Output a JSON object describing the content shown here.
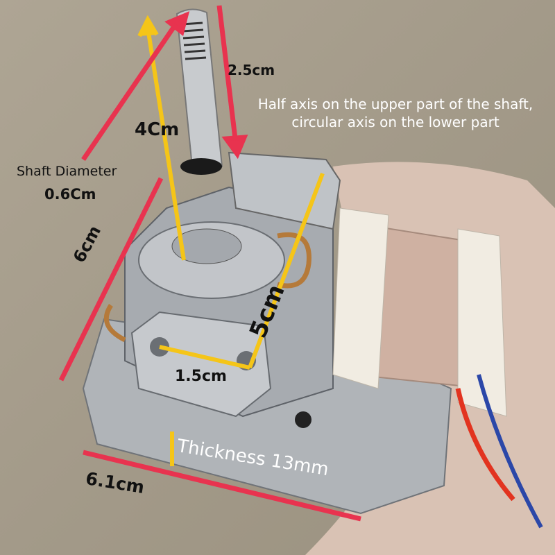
{
  "image": {
    "subject": "Shaded-pole fan motor with dimension annotations",
    "colors": {
      "background": "#a89e8e",
      "metal": "#b9bcc0",
      "coil": "#c9a99a",
      "bobbin": "#f1ece2",
      "red_arrow": "#e8334f",
      "yellow_line": "#f5c518",
      "label_dark": "#111111",
      "label_light": "#ffffff"
    }
  },
  "annotations": {
    "shaft_threaded_length": "2.5cm",
    "shaft_length": "4Cm",
    "shaft_note_line1": "Half axis on the upper part of the shaft,",
    "shaft_note_line2": "circular axis on the lower part",
    "shaft_diameter_label": "Shaft Diameter",
    "shaft_diameter_value": "0.6Cm",
    "height": "6cm",
    "mount_diagonal": "5cm",
    "mount_hole_spacing": "1.5cm",
    "thickness": "Thickness 13mm",
    "width": "6.1cm"
  }
}
